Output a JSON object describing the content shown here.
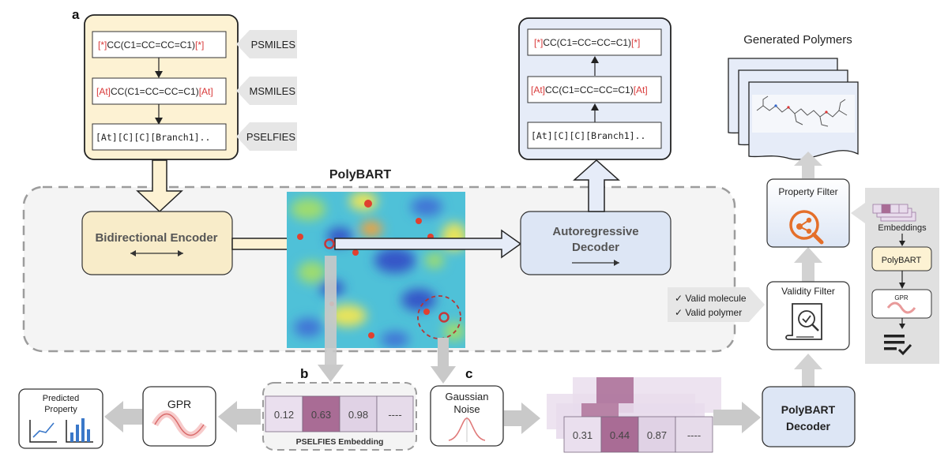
{
  "panel_labels": {
    "a": "a",
    "b": "b",
    "c": "c"
  },
  "input_stack": {
    "psmiles": {
      "prefix": "[*]",
      "body": "CC(C1=CC=CC=C1)",
      "suffix": "[*]",
      "tag": "PSMILES"
    },
    "msmiles": {
      "prefix": "[At]",
      "body": "CC(C1=CC=CC=C1)",
      "suffix": "[At]",
      "tag": "MSMILES"
    },
    "pselfies": {
      "text": "[At][C][C][Branch1]..",
      "tag": "PSELFIES"
    }
  },
  "output_stack": {
    "psmiles": {
      "prefix": "[*]",
      "body": "CC(C1=CC=CC=C1)",
      "suffix": "[*]"
    },
    "msmiles": {
      "prefix": "[At]",
      "body": "CC(C1=CC=CC=C1)",
      "suffix": "[At]"
    },
    "pselfies": {
      "text": "[At][C][C][Branch1].."
    }
  },
  "polybart_title": "PolyBART",
  "encoder_label": "Bidirectional Encoder",
  "decoder_label_line1": "Autoregressive",
  "decoder_label_line2": "Decoder",
  "generated_title": "Generated Polymers",
  "property_filter": "Property Filter",
  "validity_filter": "Validity Filter",
  "valid_molecule": "Valid molecule",
  "valid_polymer": "Valid polymer",
  "side_panel": {
    "embeddings": "Embeddings",
    "polybart": "PolyBART",
    "gpr": "GPR"
  },
  "embedding": {
    "values": [
      "0.12",
      "0.63",
      "0.98",
      "----"
    ],
    "label": "PSELFIES Embedding"
  },
  "noisy_embedding": {
    "values": [
      "0.31",
      "0.44",
      "0.87",
      "----"
    ]
  },
  "gpr_label": "GPR",
  "predicted_line1": "Predicted",
  "predicted_line2": "Property",
  "noise_line1": "Gaussian",
  "noise_line2": "Noise",
  "polybart_decoder_line1": "PolyBART",
  "polybart_decoder_line2": "Decoder",
  "colors": {
    "input_fill": "#fdf2d3",
    "output_fill": "#e6ecf8",
    "red_text": "#d93a3a",
    "accent_orange": "#e46f2a",
    "embed_dark": "#a96c95",
    "embed_light": "#e8dcec"
  }
}
